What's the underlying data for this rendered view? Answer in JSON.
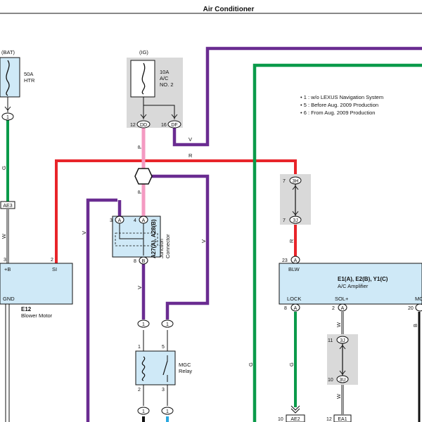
{
  "title": "Air Conditioner",
  "notes": [
    "• 1 : w/o LEXUS Navigation System",
    "• 5 : Before Aug.  2009 Production",
    "• 6 : From Aug.  2009 Production"
  ],
  "fuses": {
    "htr": {
      "source": "(BAT)",
      "rating": "50A",
      "name": "HTR"
    },
    "ac2": {
      "source": "(IG)",
      "rating": "10A",
      "name1": "A/C",
      "name2": "NO. 2"
    }
  },
  "connectors": {
    "dd": {
      "pin": "12",
      "id": "DD"
    },
    "df": {
      "pin": "16",
      "id": "DF"
    },
    "ae3": {
      "id": "AE3"
    },
    "ae2": {
      "pin": "10",
      "id": "AE2"
    },
    "ea1": {
      "pin": "12",
      "id": "EA1"
    },
    "sh": {
      "pin": "7",
      "id": "3H"
    },
    "sj": {
      "pin": "7",
      "id": "3J"
    },
    "sj2": {
      "pin": "11",
      "id": "3J"
    },
    "su": {
      "pin": "10",
      "id": "3U"
    },
    "jc_a_left": {
      "pin": "3",
      "id": "A"
    },
    "jc_a_right": {
      "pin": "4",
      "id": "A"
    },
    "jc_b": {
      "pin": "8",
      "id": "B"
    },
    "amp_blw": {
      "pin": "23",
      "id": "A"
    },
    "amp_lock": {
      "pin": "8",
      "id": "A"
    },
    "amp_sol": {
      "pin": "2",
      "id": "A"
    },
    "amp_mc": {
      "pin": "20"
    },
    "circle1": "1"
  },
  "wire_colors": {
    "g": "G",
    "w": "W",
    "v": "V",
    "r": "R",
    "p": "P",
    "b": "B"
  },
  "components": {
    "blower": {
      "id": "E12",
      "name": "Blower Motor",
      "pin_b": "+B",
      "pin_si": "SI",
      "pin_gnd": "GND",
      "n3": "3",
      "n2": "2"
    },
    "junction": {
      "id": "A27(A), A28(B)",
      "name1": "Junction",
      "name2": "Connector"
    },
    "relay": {
      "name1": "MGC",
      "name2": "Relay",
      "p1": "1",
      "p5": "5",
      "p2": "2",
      "p3": "3"
    },
    "amplifier": {
      "id": "E1(A), E2(B), Y1(C)",
      "name": "A/C Amplifier",
      "pin_blw": "BLW",
      "pin_lock": "LOCK",
      "pin_sol": "SOL+",
      "pin_mc": "MC"
    }
  },
  "colors": {
    "purple": "#6a2c91",
    "green": "#0a9a4a",
    "red": "#e8242a",
    "pink": "#f49ac2",
    "blue_box": "#cfe9f7",
    "grey_box": "#d9d9d9",
    "lightblue_wire": "#29a8e0",
    "black": "#111111"
  }
}
